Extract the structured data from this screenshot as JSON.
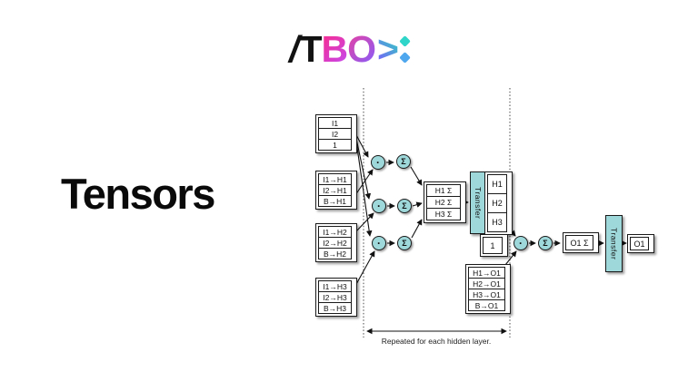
{
  "logo": {
    "slash": "/",
    "t": "T",
    "b": "B",
    "o": "O",
    "chevron": ">",
    "colors": {
      "black": "#121212",
      "pink": "#f0309c",
      "purple": "#8b5cf6",
      "teal": "#2fd5c8",
      "blue": "#4fa8ee"
    }
  },
  "heading": {
    "title": "Tensors"
  },
  "diagram": {
    "caption": "Repeated for each hidden layer.",
    "accent_color": "#9fd8da",
    "operators": {
      "multiply": "·",
      "sum": "Σ"
    },
    "transfer_label": "Transfer",
    "input_stack": [
      "I1",
      "I2",
      "1"
    ],
    "weights_h1": [
      "I1→H1",
      "I2→H1",
      "B→H1"
    ],
    "weights_h2": [
      "I1→H2",
      "I2→H2",
      "B→H2"
    ],
    "weights_h3": [
      "I1→H3",
      "I2→H3",
      "B→H3"
    ],
    "hidden_sums": [
      "H1 Σ",
      "H2 Σ",
      "H3 Σ"
    ],
    "hidden_outputs": [
      "H1",
      "H2",
      "H3"
    ],
    "bias": "1",
    "weights_o1": [
      "H1→O1",
      "H2→O1",
      "H3→O1",
      "B→O1"
    ],
    "output_sum": "O1 Σ",
    "output": "O1"
  }
}
